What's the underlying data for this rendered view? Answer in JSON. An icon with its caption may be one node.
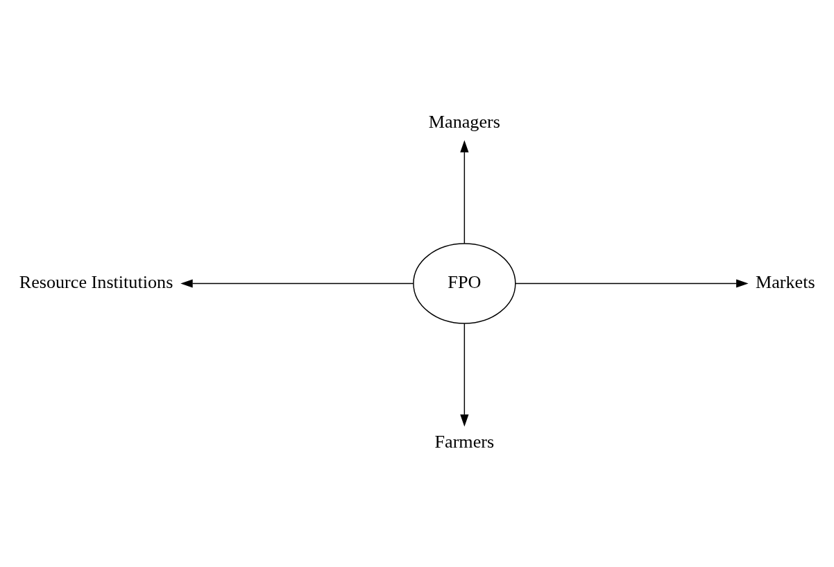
{
  "diagram": {
    "nodes": [
      {
        "text": [
          "FPO"
        ]
      },
      {
        "text": [
          "Managers"
        ]
      },
      {
        "text": [
          "Farmers"
        ]
      },
      {
        "text": [
          "Resource Institutions"
        ]
      },
      {
        "text": [
          "Markets"
        ]
      }
    ],
    "edges": [
      {
        "from": 0,
        "to": 1,
        "arrow": "to"
      },
      {
        "from": 0,
        "to": 2,
        "arrow": "to"
      },
      {
        "from": 0,
        "to": 3,
        "arrow": "to"
      },
      {
        "from": 0,
        "to": 4,
        "arrow": "to"
      }
    ]
  }
}
